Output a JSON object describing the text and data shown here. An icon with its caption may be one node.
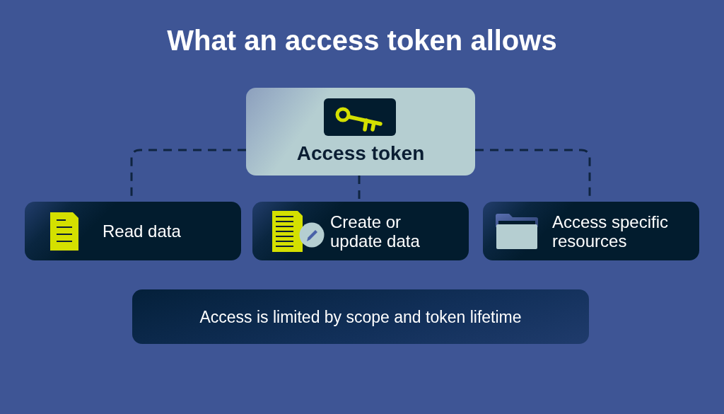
{
  "diagram": {
    "title": "What an access token allows",
    "nodes": [
      {
        "text": [
          "Access token"
        ]
      },
      {
        "text": [
          "Read data"
        ]
      },
      {
        "text": [
          "Create or update data"
        ]
      },
      {
        "text": [
          "Access specific resources"
        ]
      },
      {
        "text": [
          "Access is limited by scope and token lifetime"
        ]
      }
    ],
    "edges": [
      {
        "from": 0,
        "to": 1,
        "arrow": "none",
        "style": "dashed"
      },
      {
        "from": 0,
        "to": 2,
        "arrow": "none",
        "style": "dashed"
      },
      {
        "from": 0,
        "to": 3,
        "arrow": "none",
        "style": "dashed"
      }
    ]
  }
}
